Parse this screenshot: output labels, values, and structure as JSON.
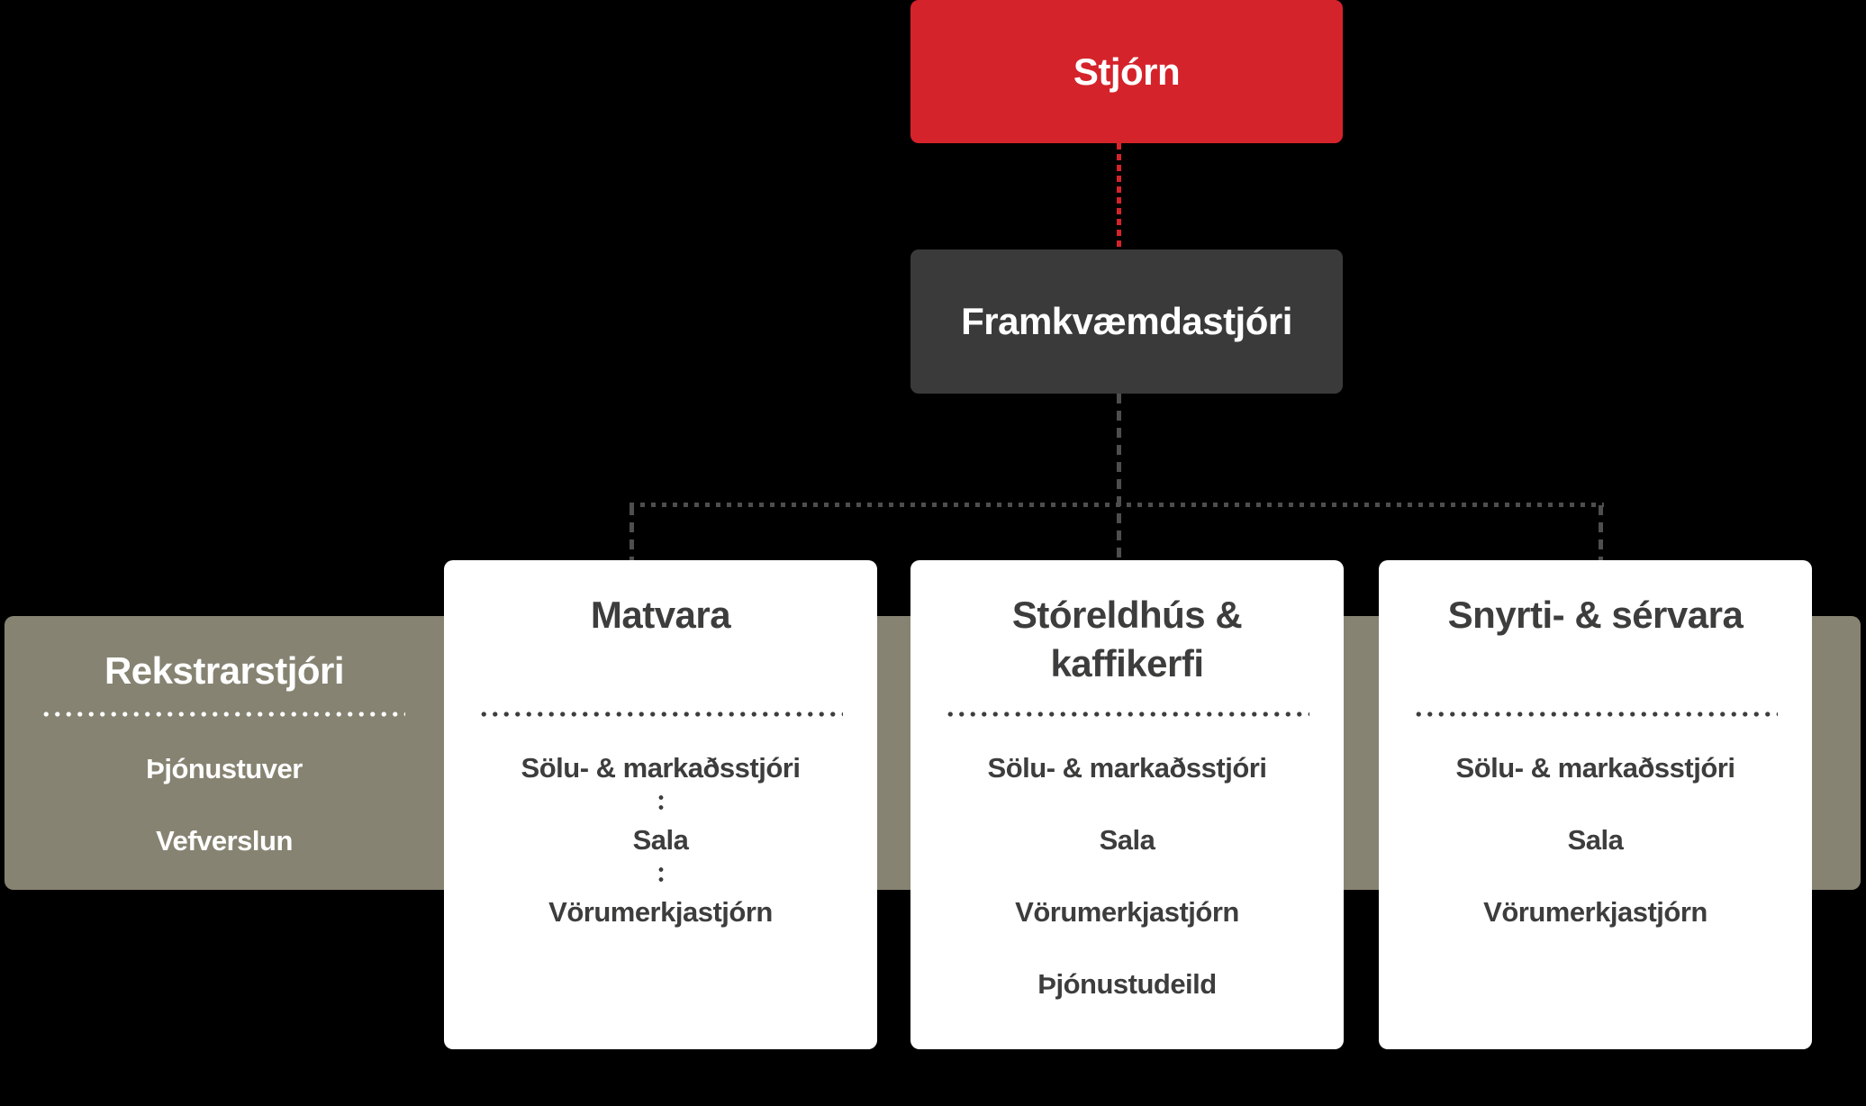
{
  "org_chart": {
    "root": {
      "label": "Stjórn"
    },
    "executive": {
      "label": "Framkvæmdastjóri"
    },
    "operations": {
      "title": "Rekstrarstjóri",
      "items": [
        "Þjónustuver",
        "Vefverslun"
      ]
    },
    "departments": [
      {
        "title": "Matvara",
        "items": [
          "Sölu- & markaðsstjóri",
          "Sala",
          "Vörumerkjastjórn"
        ],
        "item_separators": true
      },
      {
        "title": "Stóreldhús & kaffikerfi",
        "items": [
          "Sölu- & markaðsstjóri",
          "Sala",
          "Vörumerkjastjórn",
          "Þjónustudeild"
        ],
        "item_separators": false
      },
      {
        "title": "Snyrti- & sérvara",
        "items": [
          "Sölu- & markaðsstjóri",
          "Sala",
          "Vörumerkjastjórn"
        ],
        "item_separators": false
      }
    ],
    "colors": {
      "board_red": "#d5232b",
      "executive_dark": "#3a3a3a",
      "band_olive": "#868372",
      "box_white": "#ffffff",
      "box_text": "#3d3d3c",
      "connector_gray": "#4e4e4e",
      "background": "#000000"
    }
  }
}
